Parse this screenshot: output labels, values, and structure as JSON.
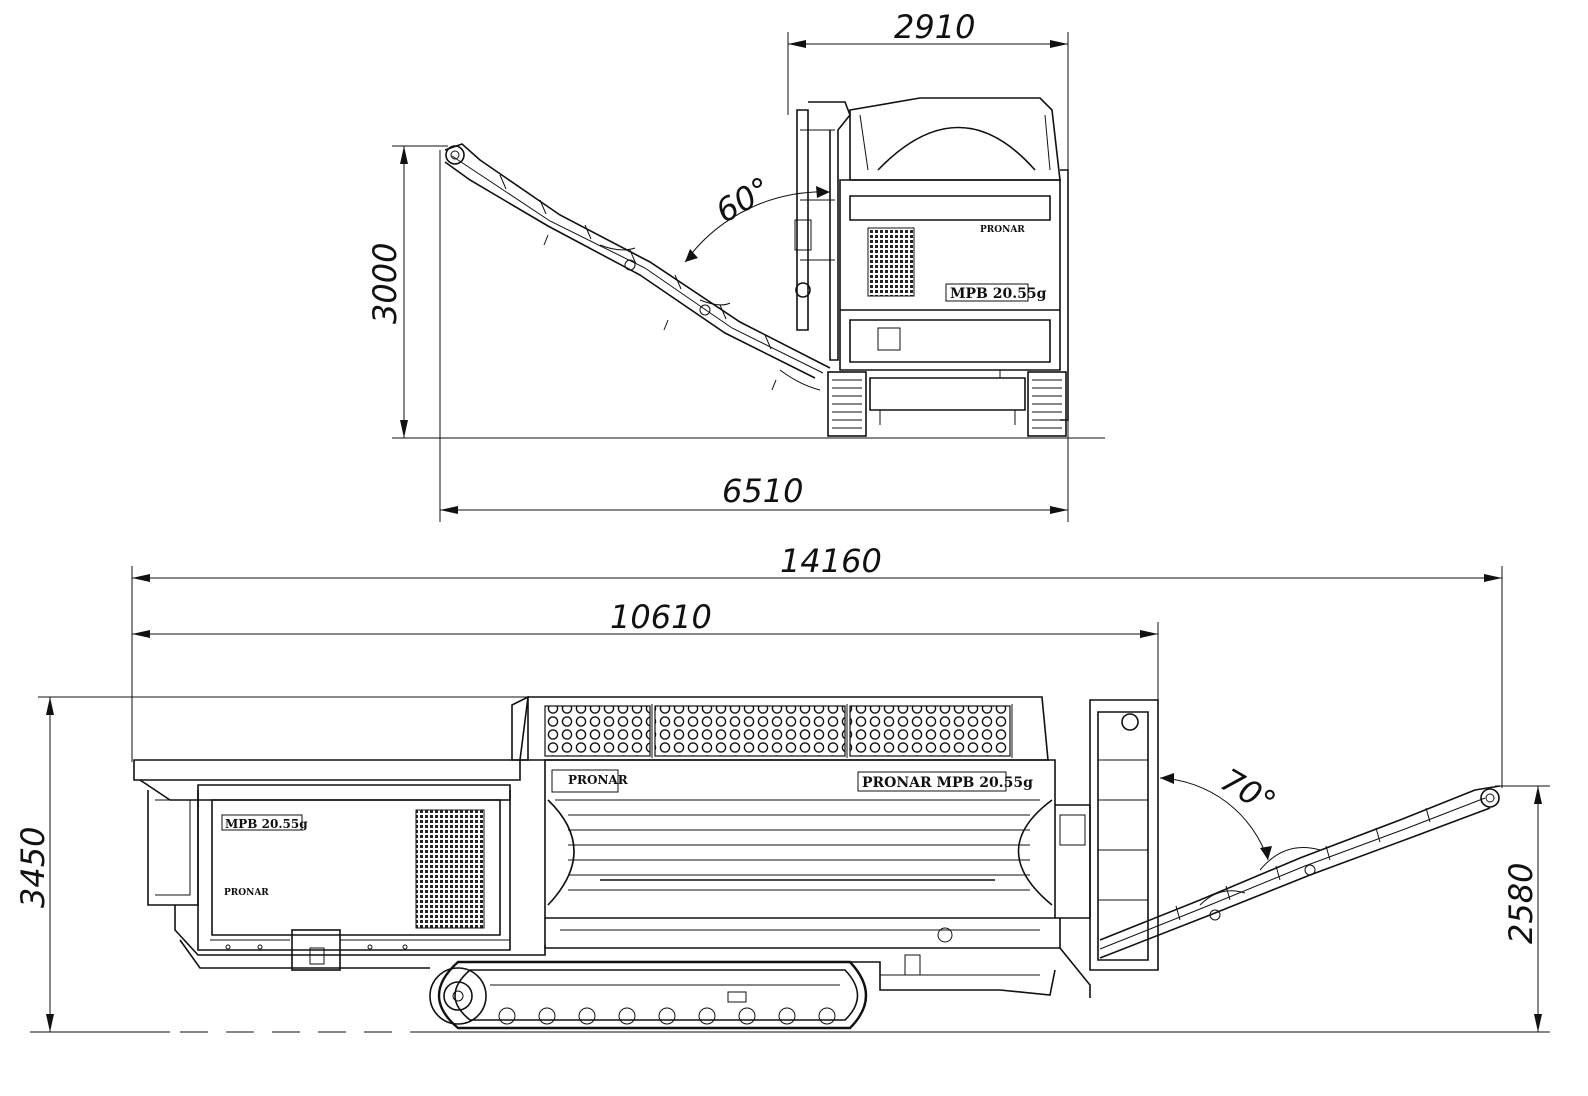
{
  "rear_view": {
    "dimensions": {
      "width_top": "2910",
      "height": "3000",
      "width_total": "6510"
    },
    "angle": "60°",
    "model_plate": "MPB 20.55g",
    "brand_plate": "PRONAR"
  },
  "side_view": {
    "dimensions": {
      "length_total": "14160",
      "length_body": "10610",
      "height_total": "3450",
      "discharge_height": "2580"
    },
    "angle": "70°",
    "brand_plate": "PRONAR",
    "model_plate_main": "PRONAR MPB 20.55g",
    "model_plate_side": "MPB 20.55g",
    "small_plate": "PRONAR"
  }
}
